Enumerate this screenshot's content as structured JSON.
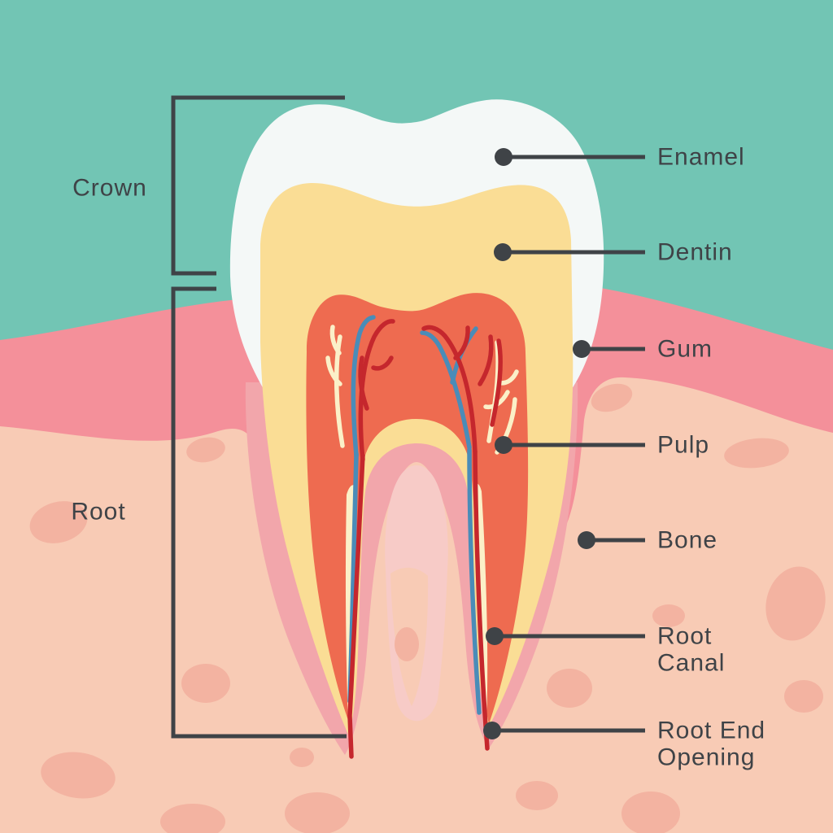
{
  "diagram": {
    "subject": "Tooth anatomy cross-section",
    "region_labels": {
      "crown": "Crown",
      "root": "Root"
    },
    "part_labels": {
      "enamel": "Enamel",
      "dentin": "Dentin",
      "gum": "Gum",
      "pulp": "Pulp",
      "bone": "Bone",
      "root_canal_line1": "Root",
      "root_canal_line2": "Canal",
      "root_end_opening_line1": "Root End",
      "root_end_opening_line2": "Opening"
    },
    "colors": {
      "background_teal": "#72C5B4",
      "enamel_white": "#F4F8F7",
      "dentin_yellow": "#FADD95",
      "pulp_orange": "#EE6B50",
      "gum_pink": "#F4909A",
      "root_sheath_pink": "#F2A6AB",
      "inter_root_pink": "#F7CBC7",
      "bone_peach": "#F8CBB5",
      "bone_blob": "#F3B3A1",
      "artery_red": "#C5272D",
      "vein_blue": "#4A8CB8",
      "nerve_cream": "#FBF0C8",
      "line_dark": "#3F4347"
    }
  }
}
